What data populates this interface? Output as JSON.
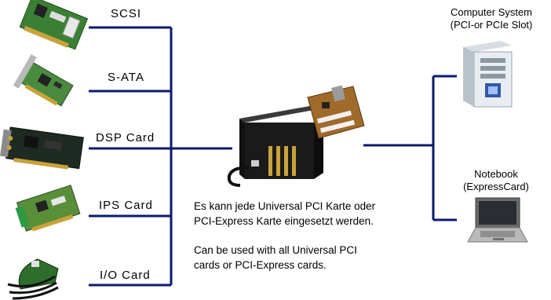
{
  "left_devices": [
    {
      "label": "SCSI",
      "icon": "scsi-card-icon"
    },
    {
      "label": "S-ATA",
      "icon": "sata-card-icon"
    },
    {
      "label": "DSP Card",
      "icon": "dsp-card-icon"
    },
    {
      "label": "IPS Card",
      "icon": "ips-card-icon"
    },
    {
      "label": "I/O Card",
      "icon": "io-card-icon"
    }
  ],
  "computer": {
    "line1": "Computer System",
    "line2": "(PCI-or PCIe Slot)",
    "icon": "computer-tower-icon"
  },
  "notebook": {
    "line1": "Notebook",
    "line2": "(ExpressCard)",
    "icon": "notebook-icon"
  },
  "description": {
    "de_line1": "Es kann jede Universal PCI Karte oder",
    "de_line2": "PCI-Express Karte eingesetzt werden.",
    "en_line1": "Can be used with all Universal PCI",
    "en_line2": "cards or PCI-Express cards."
  },
  "colors": {
    "line": "#0a1a6e",
    "pcb_green": "#2e6b2a",
    "chassis": "#1a1a1a"
  }
}
